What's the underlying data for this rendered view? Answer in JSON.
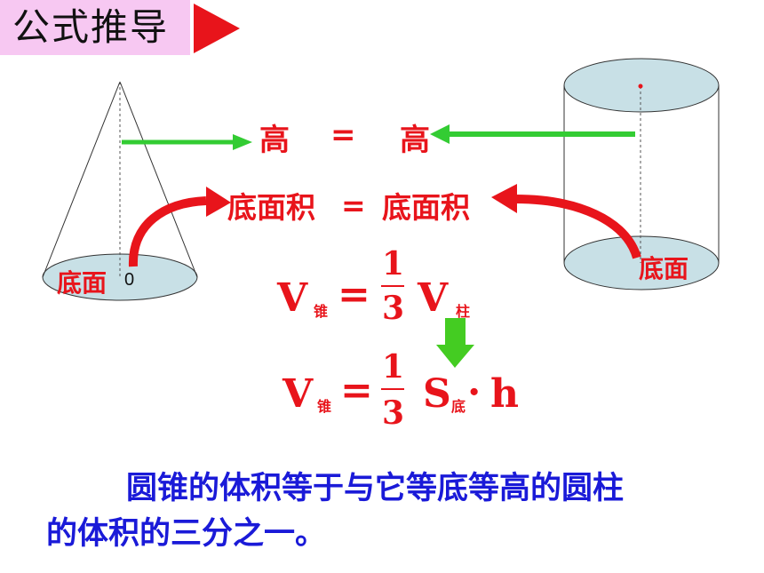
{
  "title": "公式推导",
  "row_height": {
    "left": "高",
    "equals": "=",
    "right": "高"
  },
  "row_base": {
    "left": "底面积",
    "equals": "=",
    "right": "底面积"
  },
  "cone_base_label": "底面",
  "cone_base_number": "0",
  "cylinder_base_label": "底面",
  "formula1": {
    "v": "V",
    "sub_cone": "锥",
    "eq": "=",
    "num": "1",
    "den": "3",
    "v2": "V",
    "sub_cyl": "柱"
  },
  "formula2": {
    "v": "V",
    "sub_cone": "锥",
    "eq": "=",
    "num": "1",
    "den": "3",
    "s": "S",
    "sub_base": "底",
    "dot": "·",
    "h": "h"
  },
  "conclusion_line1": "圆锥的体积等于与它等底等高的圆柱",
  "conclusion_line2": "的体积的三分之一。",
  "colors": {
    "title_bg": "#f7c8f2",
    "accent_red": "#e8141b",
    "arrow_green": "#33cc33",
    "base_fill": "#c8e0e6",
    "text_blue": "#1a1ad8"
  }
}
